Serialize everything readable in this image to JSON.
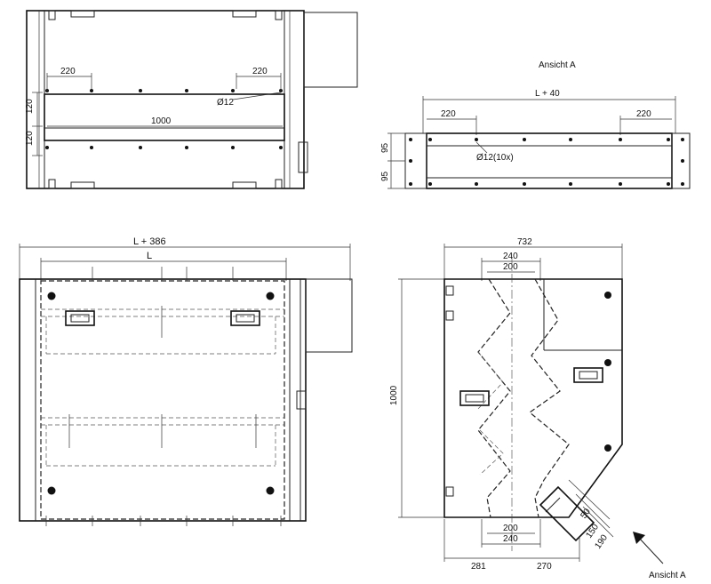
{
  "top_view": {
    "hole_spacing_left": "220",
    "hole_spacing_right": "220",
    "hole_diameter": "Ø12",
    "length": "1000",
    "row_spacing_upper": "120",
    "row_spacing_lower": "120"
  },
  "view_a": {
    "title": "Ansicht A",
    "length": "L + 40",
    "hole_spacing_left": "220",
    "hole_spacing_right": "220",
    "hole_label": "Ø12(10x)",
    "row_spacing_upper": "95",
    "row_spacing_lower": "95"
  },
  "front_view": {
    "total_length": "L + 386",
    "inner_length": "L"
  },
  "side_view": {
    "width": "732",
    "top_outer": "240",
    "top_inner": "200",
    "height": "1000",
    "bottom_inner": "200",
    "bottom_outer": "240",
    "base_left": "281",
    "base_right": "270",
    "stub_1": "50",
    "stub_2": "150",
    "stub_3": "190",
    "arrow_label": "Ansicht A"
  }
}
